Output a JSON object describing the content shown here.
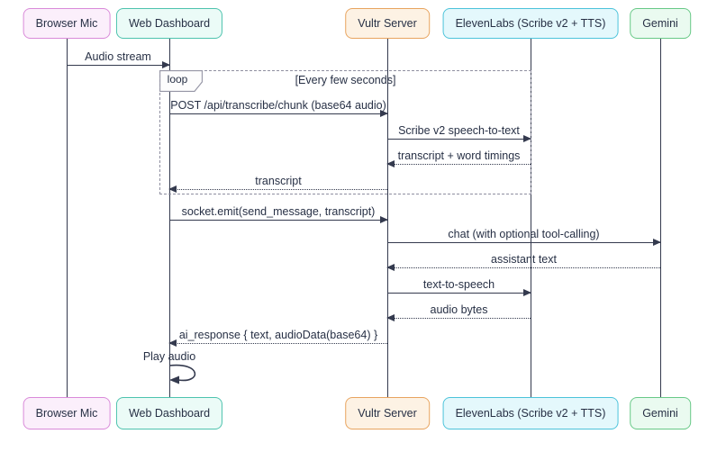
{
  "diagram": {
    "type": "sequence-diagram",
    "actors": [
      {
        "id": "browser-mic",
        "label": "Browser Mic",
        "fill": "#fbeffb",
        "border": "#d98ad9"
      },
      {
        "id": "web-dashboard",
        "label": "Web Dashboard",
        "fill": "#ebfbf7",
        "border": "#4ec3ae"
      },
      {
        "id": "vultr-server",
        "label": "Vultr Server",
        "fill": "#fdf2e4",
        "border": "#e8a45f"
      },
      {
        "id": "elevenlabs",
        "label": "ElevenLabs (Scribe v2 + TTS)",
        "fill": "#e4f8fc",
        "border": "#4cc3da"
      },
      {
        "id": "gemini",
        "label": "Gemini",
        "fill": "#eafaf0",
        "border": "#68c987"
      }
    ],
    "loop": {
      "label": "loop",
      "condition": "[Every few seconds]"
    },
    "messages": [
      {
        "from": "Browser Mic",
        "to": "Web Dashboard",
        "label": "Audio stream",
        "style": "solid"
      },
      {
        "from": "Web Dashboard",
        "to": "Vultr Server",
        "label": "POST /api/transcribe/chunk (base64 audio)",
        "style": "solid",
        "in_loop": true
      },
      {
        "from": "Vultr Server",
        "to": "ElevenLabs (Scribe v2 + TTS)",
        "label": "Scribe v2 speech-to-text",
        "style": "solid",
        "in_loop": true
      },
      {
        "from": "ElevenLabs (Scribe v2 + TTS)",
        "to": "Vultr Server",
        "label": "transcript + word timings",
        "style": "dotted",
        "in_loop": true
      },
      {
        "from": "Vultr Server",
        "to": "Web Dashboard",
        "label": "transcript",
        "style": "dotted",
        "in_loop": true
      },
      {
        "from": "Web Dashboard",
        "to": "Vultr Server",
        "label": "socket.emit(send_message, transcript)",
        "style": "solid"
      },
      {
        "from": "Vultr Server",
        "to": "Gemini",
        "label": "chat (with optional tool-calling)",
        "style": "solid"
      },
      {
        "from": "Gemini",
        "to": "Vultr Server",
        "label": "assistant text",
        "style": "dotted"
      },
      {
        "from": "Vultr Server",
        "to": "ElevenLabs (Scribe v2 + TTS)",
        "label": "text-to-speech",
        "style": "solid"
      },
      {
        "from": "ElevenLabs (Scribe v2 + TTS)",
        "to": "Vultr Server",
        "label": "audio bytes",
        "style": "dotted"
      },
      {
        "from": "Vultr Server",
        "to": "Web Dashboard",
        "label": "ai_response { text, audioData(base64) }",
        "style": "dotted"
      },
      {
        "from": "Web Dashboard",
        "to": "Web Dashboard",
        "label": "Play audio",
        "style": "self"
      }
    ],
    "colors": {
      "background": "#ffffff",
      "text": "#273045",
      "line": "#343a4e",
      "loop_border": "#8f8fa0"
    }
  }
}
